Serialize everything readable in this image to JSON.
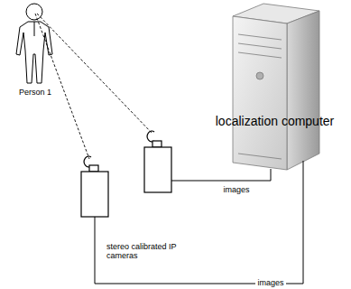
{
  "diagram": {
    "nodes": [
      {
        "text": [
          "Person 1"
        ]
      },
      {
        "text": [
          "stereo calibrated IP cameras"
        ]
      },
      {
        "text": [
          "localization computer"
        ]
      }
    ],
    "edges": [
      {
        "from": 0,
        "to": 1,
        "arrow": "none"
      },
      {
        "from": 0,
        "to": 1,
        "arrow": "none"
      },
      {
        "from": 1,
        "to": 2,
        "label": "images",
        "arrow": "none"
      },
      {
        "from": 1,
        "to": 2,
        "label": "images",
        "arrow": "none"
      }
    ]
  }
}
